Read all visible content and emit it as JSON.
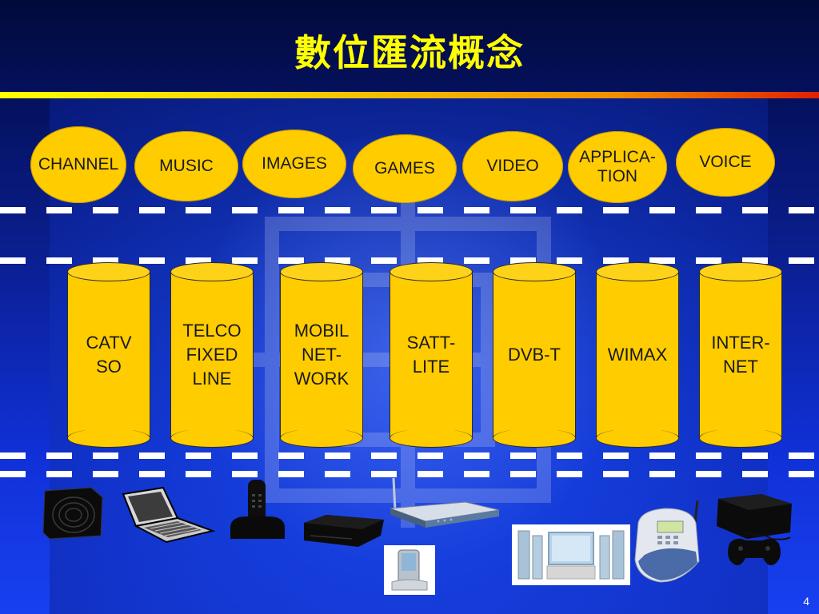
{
  "slide": {
    "title": "數位匯流概念",
    "page_number": "4",
    "accent_colors": {
      "title": "#ffff00",
      "pill": "#ffcc00",
      "background": "#1030d6"
    }
  },
  "services": [
    {
      "id": "channel",
      "label": "CHANNEL"
    },
    {
      "id": "music",
      "label": "MUSIC"
    },
    {
      "id": "images",
      "label": "IMAGES"
    },
    {
      "id": "games",
      "label": "GAMES"
    },
    {
      "id": "video",
      "label": "VIDEO"
    },
    {
      "id": "application",
      "label": "APPLICA-\nTION"
    },
    {
      "id": "voice",
      "label": "VOICE"
    }
  ],
  "networks": [
    {
      "id": "catv",
      "label": "CATV\nSO"
    },
    {
      "id": "telco",
      "label": "TELCO\nFIXED\nLINE"
    },
    {
      "id": "mobile",
      "label": "MOBIL\nNET-\nWORK"
    },
    {
      "id": "satellite",
      "label": "SATT-\nLITE"
    },
    {
      "id": "dvbt",
      "label": "DVB-T"
    },
    {
      "id": "wimax",
      "label": "WIMAX"
    },
    {
      "id": "internet",
      "label": "INTER-\nNET"
    }
  ],
  "devices": [
    {
      "id": "speaker",
      "icon": "speaker-icon"
    },
    {
      "id": "laptop",
      "icon": "laptop-icon"
    },
    {
      "id": "phone",
      "icon": "cordless-phone-icon"
    },
    {
      "id": "settop",
      "icon": "set-top-box-icon"
    },
    {
      "id": "pda",
      "icon": "pda-icon"
    },
    {
      "id": "router",
      "icon": "router-icon"
    },
    {
      "id": "hometheater",
      "icon": "home-theater-icon"
    },
    {
      "id": "homehub",
      "icon": "home-hub-icon"
    },
    {
      "id": "gameconsole",
      "icon": "game-console-icon"
    }
  ]
}
